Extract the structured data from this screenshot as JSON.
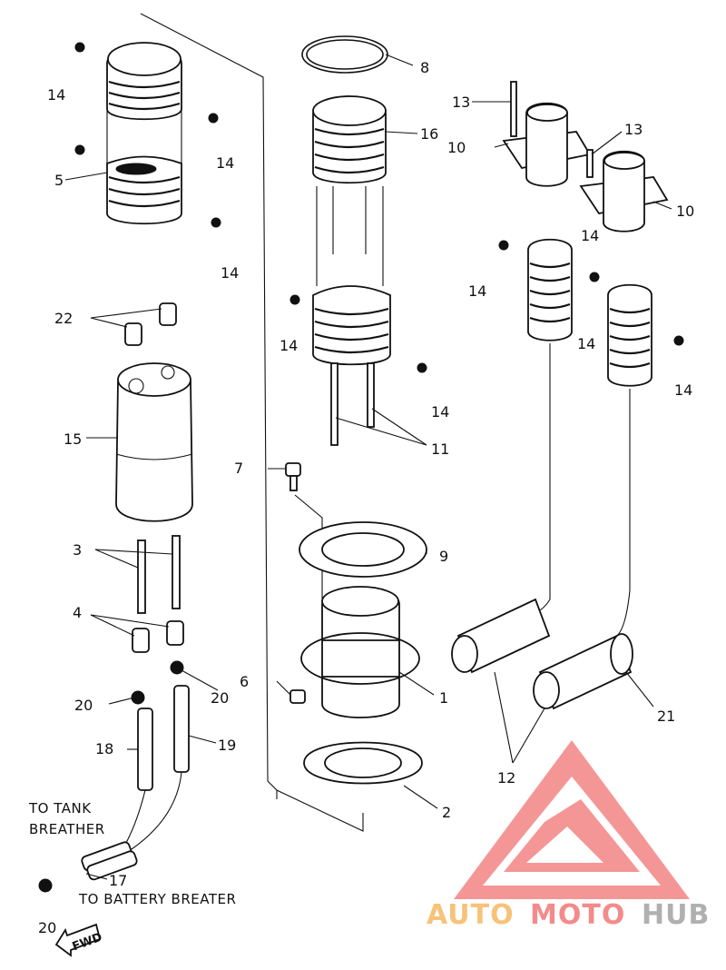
{
  "labels": {
    "p1": "1",
    "p2": "2",
    "p3": "3",
    "p4": "4",
    "p5": "5",
    "p6": "6",
    "p7": "7",
    "p8": "8",
    "p9": "9",
    "p10a": "10",
    "p10b": "10",
    "p11": "11",
    "p12": "12",
    "p13a": "13",
    "p13b": "13",
    "p14a": "14",
    "p14b": "14",
    "p14c": "14",
    "p14d": "14",
    "p14e": "14",
    "p14f": "14",
    "p14g": "14",
    "p14h": "14",
    "p14i": "14",
    "p15": "15",
    "p16": "16",
    "p17": "17",
    "p18": "18",
    "p19": "19",
    "p20a": "20",
    "p20b": "20",
    "p20c": "20",
    "p21": "21",
    "p22": "22"
  },
  "notes": {
    "tank_line1": "TO TANK",
    "tank_line2": "BREATHER",
    "battery": "TO BATTERY BREATER",
    "fwd": "FWD"
  },
  "watermark": {
    "auto": "AUTO",
    "moto": "MOTO",
    "hub": "HUB",
    "color_auto": "#f7c27a",
    "color_moto": "#f38b8b",
    "color_hub": "#b0b0b0",
    "logo_color": "#f38b8b"
  }
}
